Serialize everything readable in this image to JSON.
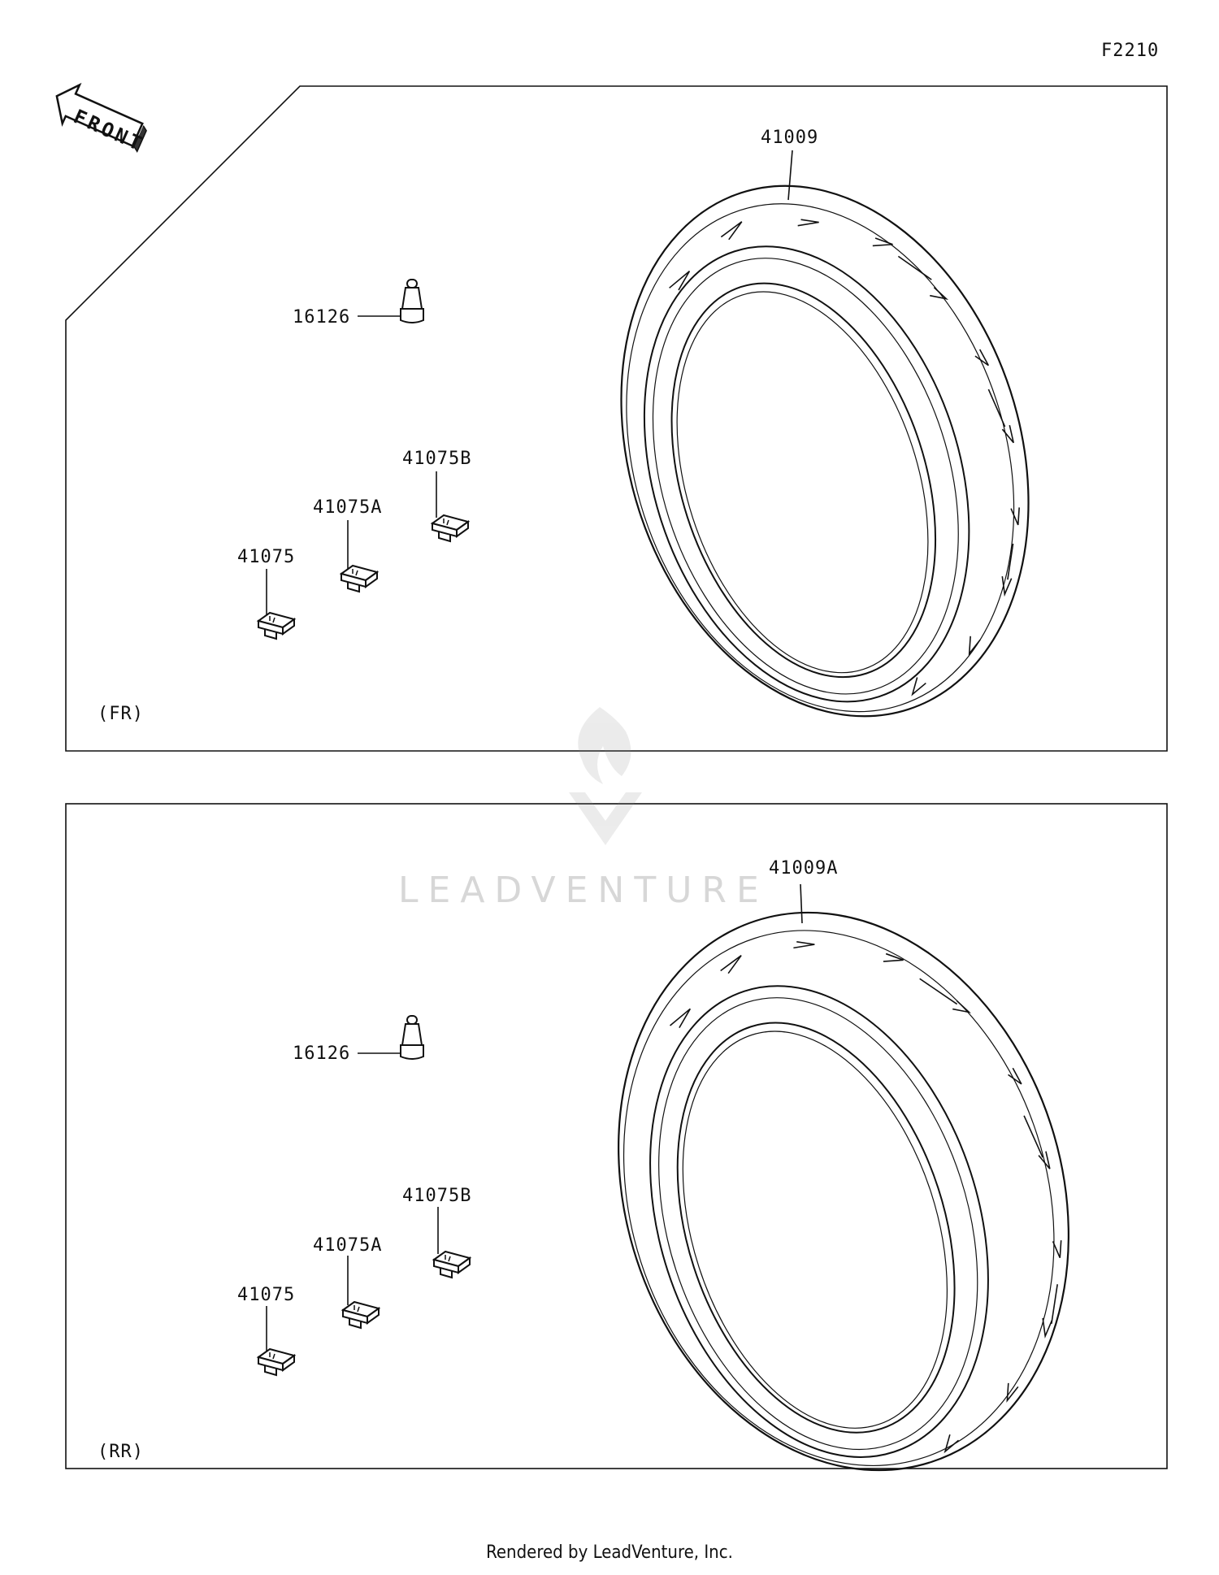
{
  "diagram_code": "F2210",
  "front_arrow_label": "FRONT",
  "watermark": "LEADVENTURE",
  "footer": "Rendered by LeadVenture, Inc.",
  "panels": [
    {
      "label": "(FR)",
      "parts": {
        "tire": "41009",
        "valve": "16126",
        "weight_b": "41075B",
        "weight_a": "41075A",
        "weight": "41075"
      }
    },
    {
      "label": "(RR)",
      "parts": {
        "tire": "41009A",
        "valve": "16126",
        "weight_b": "41075B",
        "weight_a": "41075A",
        "weight": "41075"
      }
    }
  ]
}
